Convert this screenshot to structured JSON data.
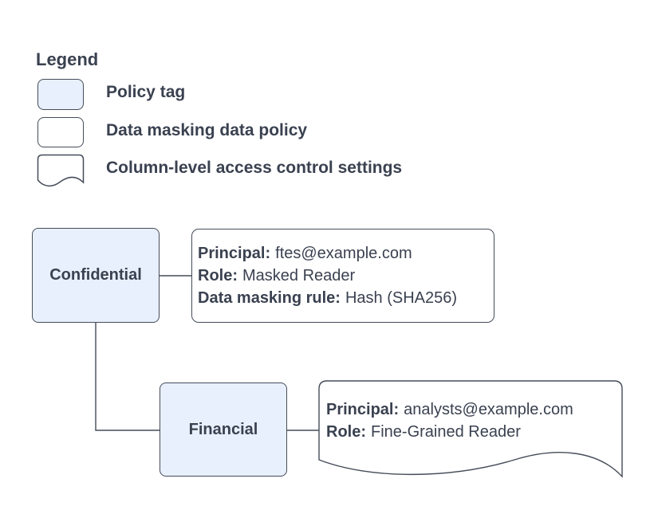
{
  "colors": {
    "policy_tag_fill": "#e8f0fe",
    "shape_fill": "#ffffff",
    "stroke": "#454c59",
    "text": "#3a4150",
    "background": "#ffffff"
  },
  "legend": {
    "title": "Legend",
    "items": [
      {
        "key": "policy-tag",
        "label": "Policy tag"
      },
      {
        "key": "data-masking-data-policy",
        "label": "Data masking data policy"
      },
      {
        "key": "column-level-access-control-settings",
        "label": "Column-level access control settings"
      }
    ]
  },
  "diagram": {
    "policy_tags": [
      {
        "label": "Confidential"
      },
      {
        "label": "Financial"
      }
    ],
    "data_masking_policy": {
      "attached_to": "Confidential",
      "fields": [
        {
          "label": "Principal:",
          "value": "ftes@example.com"
        },
        {
          "label": "Role:",
          "value": "Masked Reader"
        },
        {
          "label": "Data masking rule:",
          "value": "Hash (SHA256)"
        }
      ]
    },
    "column_access_settings": {
      "attached_to": "Financial",
      "fields": [
        {
          "label": "Principal:",
          "value": "analysts@example.com"
        },
        {
          "label": "Role:",
          "value": "Fine-Grained Reader"
        }
      ]
    }
  }
}
